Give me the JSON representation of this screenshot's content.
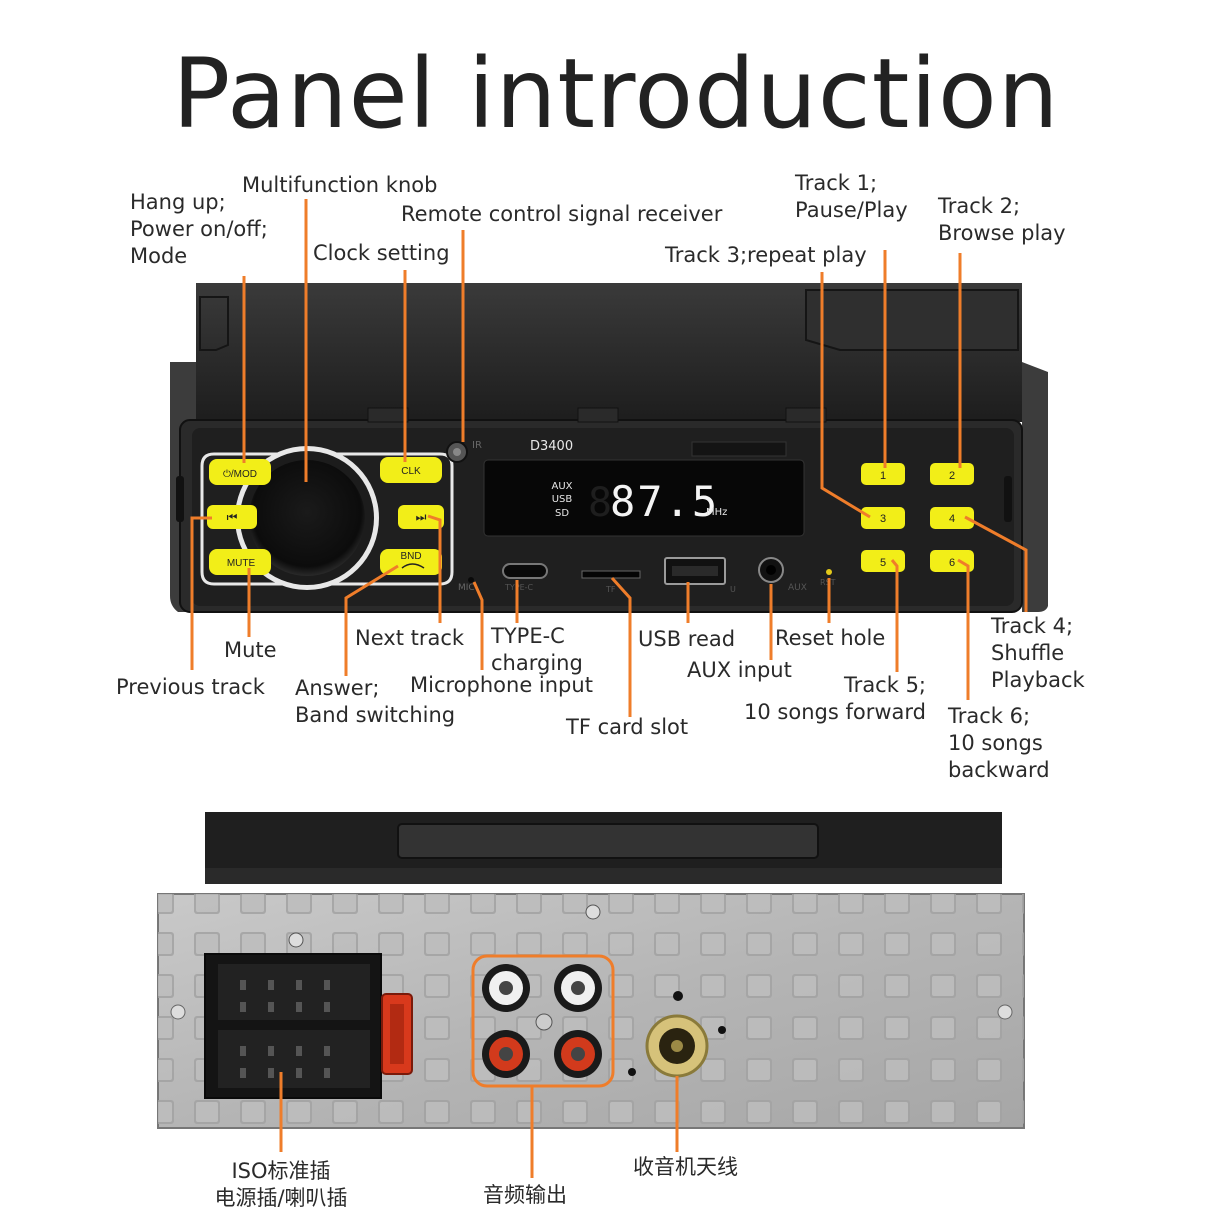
{
  "title": "Panel introduction",
  "device": {
    "model": "D3400",
    "ir_label": "IR",
    "mic_label": "MIC",
    "aux_label": "AUX",
    "rst_label": "RST",
    "typec_label": "TYPE-C",
    "tf_label": "TF",
    "usb_label": "U",
    "display": {
      "source_aux": "AUX",
      "source_usb": "USB",
      "source_sd": "SD",
      "frequency": "87.5",
      "unit": "MHz"
    },
    "buttons": {
      "mod": "⏻/MOD",
      "clk": "CLK",
      "prev": "⏮",
      "next": "⏭",
      "mute": "MUTE",
      "bnd": "BND",
      "num1": "1",
      "num2": "2",
      "num3": "3",
      "num4": "4",
      "num5": "5",
      "num6": "6"
    }
  },
  "labels": {
    "hangup": [
      "Hang up;",
      "Power on/off;",
      "Mode"
    ],
    "knob": [
      "Multifunction knob"
    ],
    "clock": [
      "Clock setting"
    ],
    "remote": [
      "Remote control signal receiver"
    ],
    "track1": [
      "Track 1;",
      "Pause/Play"
    ],
    "track2": [
      "Track 2;",
      "Browse play"
    ],
    "track3": [
      "Track 3;repeat play"
    ],
    "mute": [
      "Mute"
    ],
    "prev": [
      "Previous track"
    ],
    "next": [
      "Next track"
    ],
    "answer": [
      "Answer;",
      "Band switching"
    ],
    "typec": [
      "TYPE-C",
      "charging"
    ],
    "mic": [
      "Microphone input"
    ],
    "tf": [
      "TF card slot"
    ],
    "usb": [
      "USB read"
    ],
    "aux": [
      "AUX input"
    ],
    "reset": [
      "Reset hole"
    ],
    "track4": [
      "Track 4;",
      "Shuffle",
      "Playback"
    ],
    "track5": [
      "Track 5;",
      "10 songs forward"
    ],
    "track6": [
      "Track 6;",
      "10 songs",
      "backward"
    ],
    "iso": [
      "ISO标准插",
      "电源插/喇叭插"
    ],
    "audio_out": [
      "音频输出"
    ],
    "antenna": [
      "收音机天线"
    ]
  },
  "colors": {
    "button_yellow": "#f2ee18",
    "callout_orange": "#ef7d2a",
    "panel_dark": "#2b2b2b",
    "rca_red": "#d23a1c"
  }
}
